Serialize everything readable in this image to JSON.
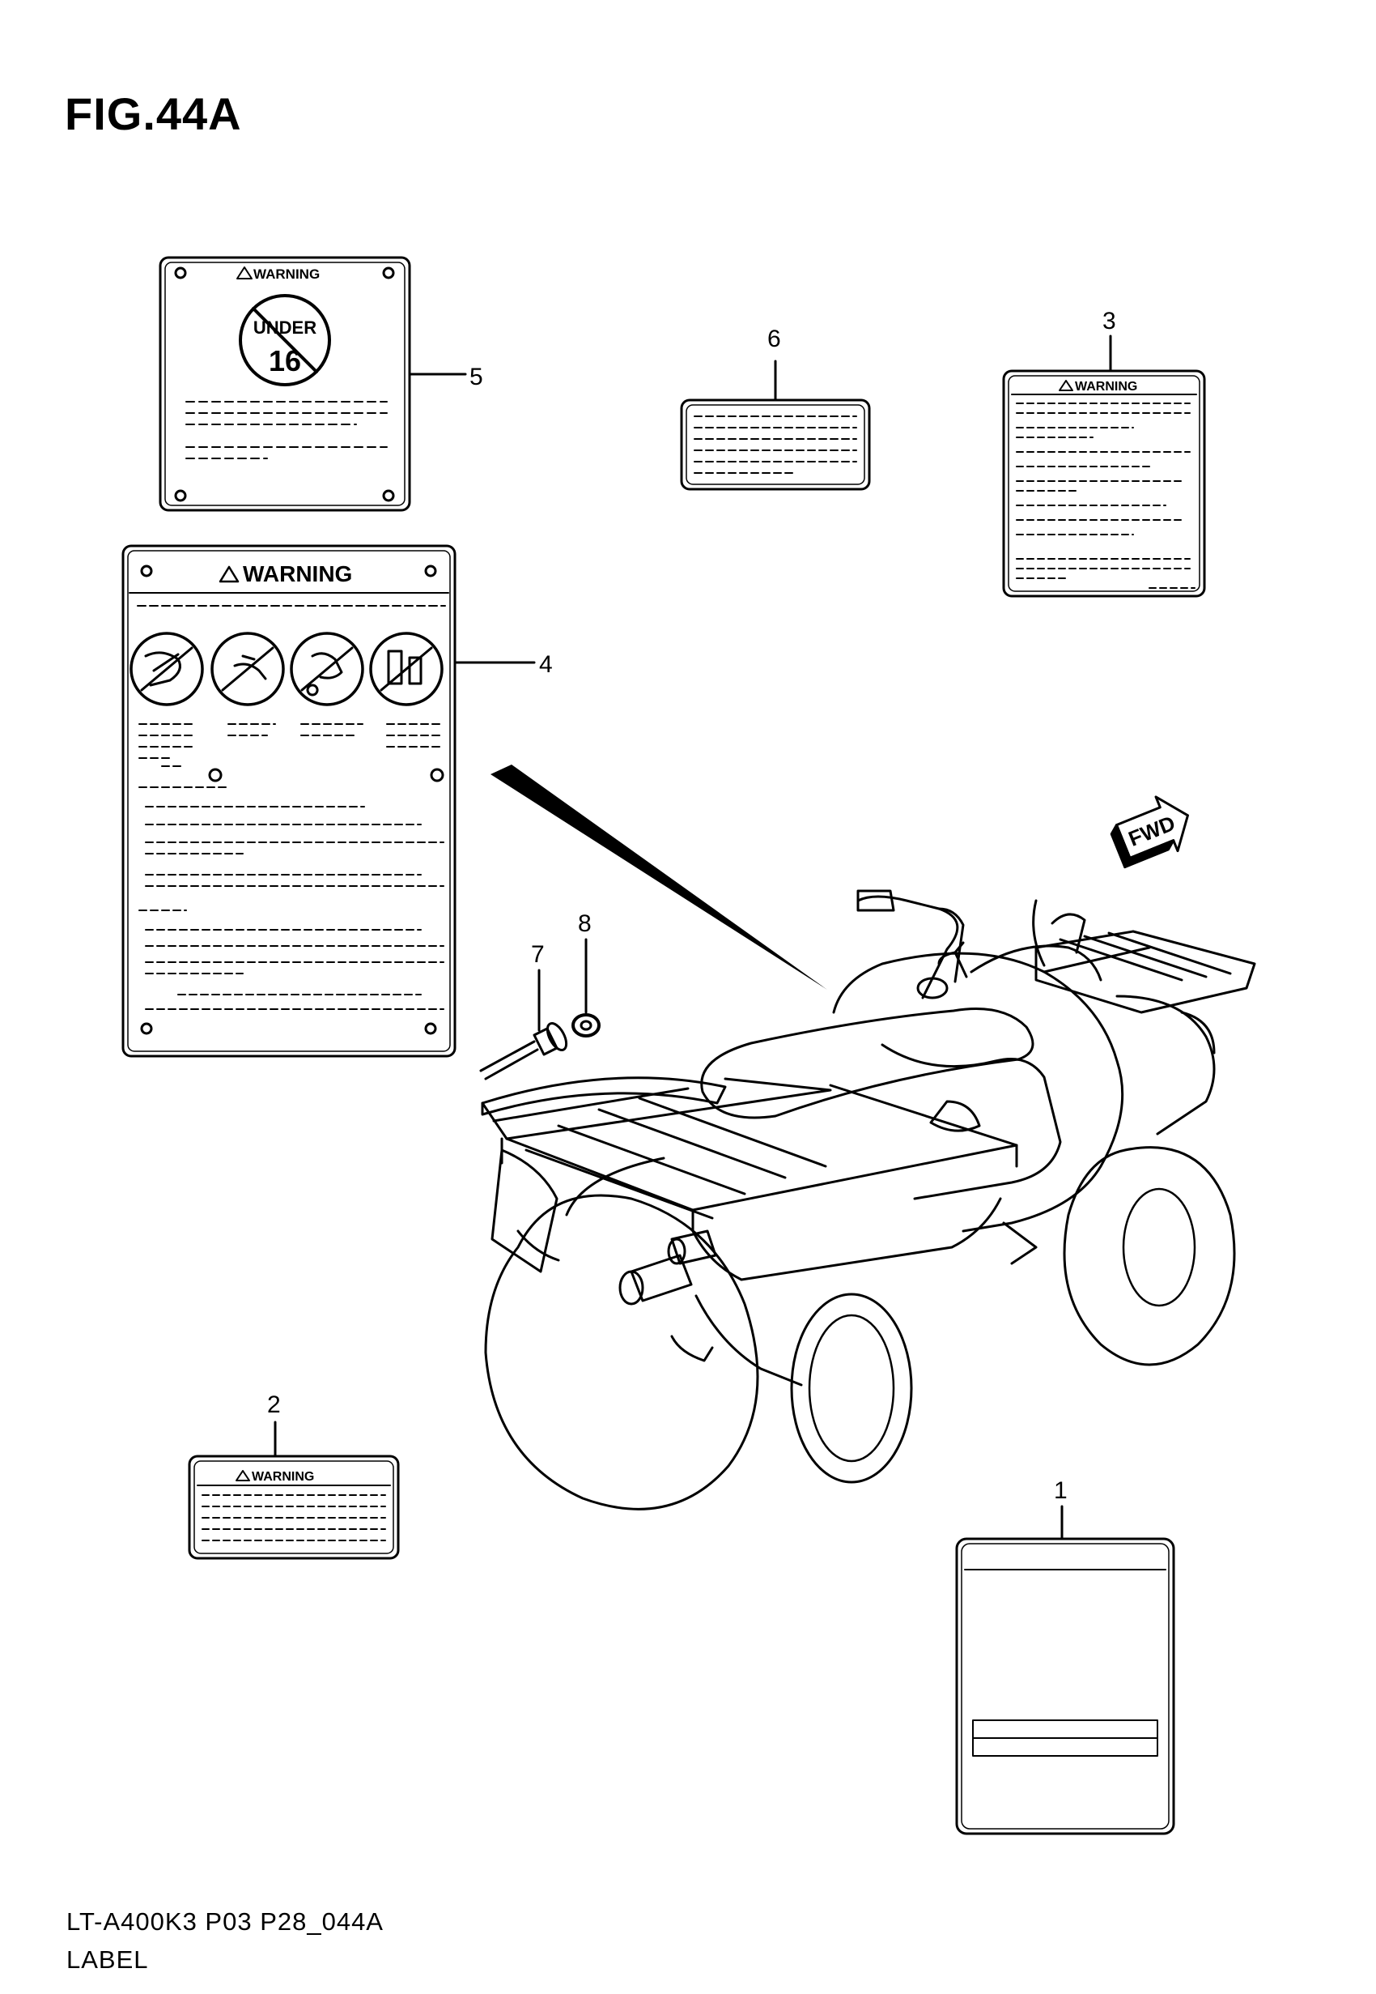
{
  "figure": {
    "title": "FIG.44A",
    "model_code": "LT-A400K3 P03 P28_044A",
    "section": "LABEL"
  },
  "callouts": [
    "1",
    "2",
    "3",
    "4",
    "5",
    "6",
    "7",
    "8"
  ],
  "labels": {
    "warning_text": "WARNING",
    "under_text": "UNDER",
    "age_text": "16",
    "fwd_text": "FWD"
  },
  "colors": {
    "ink": "#000000",
    "paper": "#ffffff"
  }
}
